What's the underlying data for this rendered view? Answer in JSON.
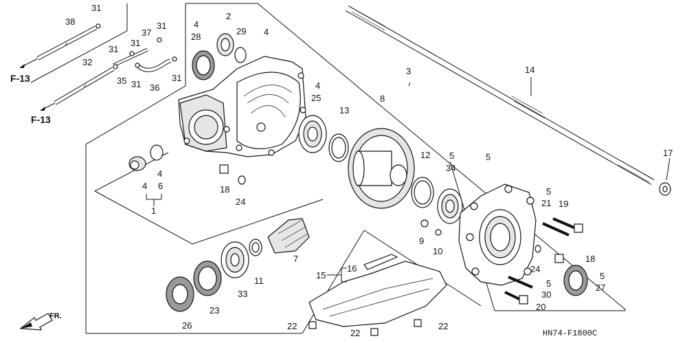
{
  "diagram": {
    "drawing_code": "HN74-F1800C",
    "front_mark": "FR.",
    "section_refs": [
      "F-13",
      "F-13"
    ],
    "callouts": [
      {
        "id": "c31a",
        "text": "31"
      },
      {
        "id": "c38",
        "text": "38"
      },
      {
        "id": "c37",
        "text": "37"
      },
      {
        "id": "c31b",
        "text": "31"
      },
      {
        "id": "c31c",
        "text": "31"
      },
      {
        "id": "c31d",
        "text": "31"
      },
      {
        "id": "c32",
        "text": "32"
      },
      {
        "id": "c35",
        "text": "35"
      },
      {
        "id": "c31e",
        "text": "31"
      },
      {
        "id": "c36",
        "text": "36"
      },
      {
        "id": "c31f",
        "text": "31"
      },
      {
        "id": "c4a",
        "text": "4"
      },
      {
        "id": "c28",
        "text": "28"
      },
      {
        "id": "c2",
        "text": "2"
      },
      {
        "id": "c29",
        "text": "29"
      },
      {
        "id": "c4b",
        "text": "4"
      },
      {
        "id": "c3",
        "text": "3"
      },
      {
        "id": "c14",
        "text": "14"
      },
      {
        "id": "c4c",
        "text": "4"
      },
      {
        "id": "c25",
        "text": "25"
      },
      {
        "id": "c13",
        "text": "13"
      },
      {
        "id": "c8",
        "text": "8"
      },
      {
        "id": "c12",
        "text": "12"
      },
      {
        "id": "c5a",
        "text": "5"
      },
      {
        "id": "c34",
        "text": "34"
      },
      {
        "id": "c5b",
        "text": "5"
      },
      {
        "id": "c17",
        "text": "17"
      },
      {
        "id": "c4d",
        "text": "4"
      },
      {
        "id": "c4e",
        "text": "4"
      },
      {
        "id": "c6",
        "text": "6"
      },
      {
        "id": "c1",
        "text": "1"
      },
      {
        "id": "c18a",
        "text": "18"
      },
      {
        "id": "c24a",
        "text": "24"
      },
      {
        "id": "c5c",
        "text": "5"
      },
      {
        "id": "c21",
        "text": "21"
      },
      {
        "id": "c19",
        "text": "19"
      },
      {
        "id": "c9",
        "text": "9"
      },
      {
        "id": "c10",
        "text": "10"
      },
      {
        "id": "c7",
        "text": "7"
      },
      {
        "id": "c11",
        "text": "11"
      },
      {
        "id": "c33",
        "text": "33"
      },
      {
        "id": "c23",
        "text": "23"
      },
      {
        "id": "c26",
        "text": "26"
      },
      {
        "id": "c16",
        "text": "16"
      },
      {
        "id": "c15",
        "text": "15"
      },
      {
        "id": "c24b",
        "text": "24"
      },
      {
        "id": "c18b",
        "text": "18"
      },
      {
        "id": "c5d",
        "text": "5"
      },
      {
        "id": "c27",
        "text": "27"
      },
      {
        "id": "c5e",
        "text": "5"
      },
      {
        "id": "c30",
        "text": "30"
      },
      {
        "id": "c20",
        "text": "20"
      },
      {
        "id": "c22a",
        "text": "22"
      },
      {
        "id": "c22b",
        "text": "22"
      },
      {
        "id": "c22c",
        "text": "22"
      }
    ]
  }
}
